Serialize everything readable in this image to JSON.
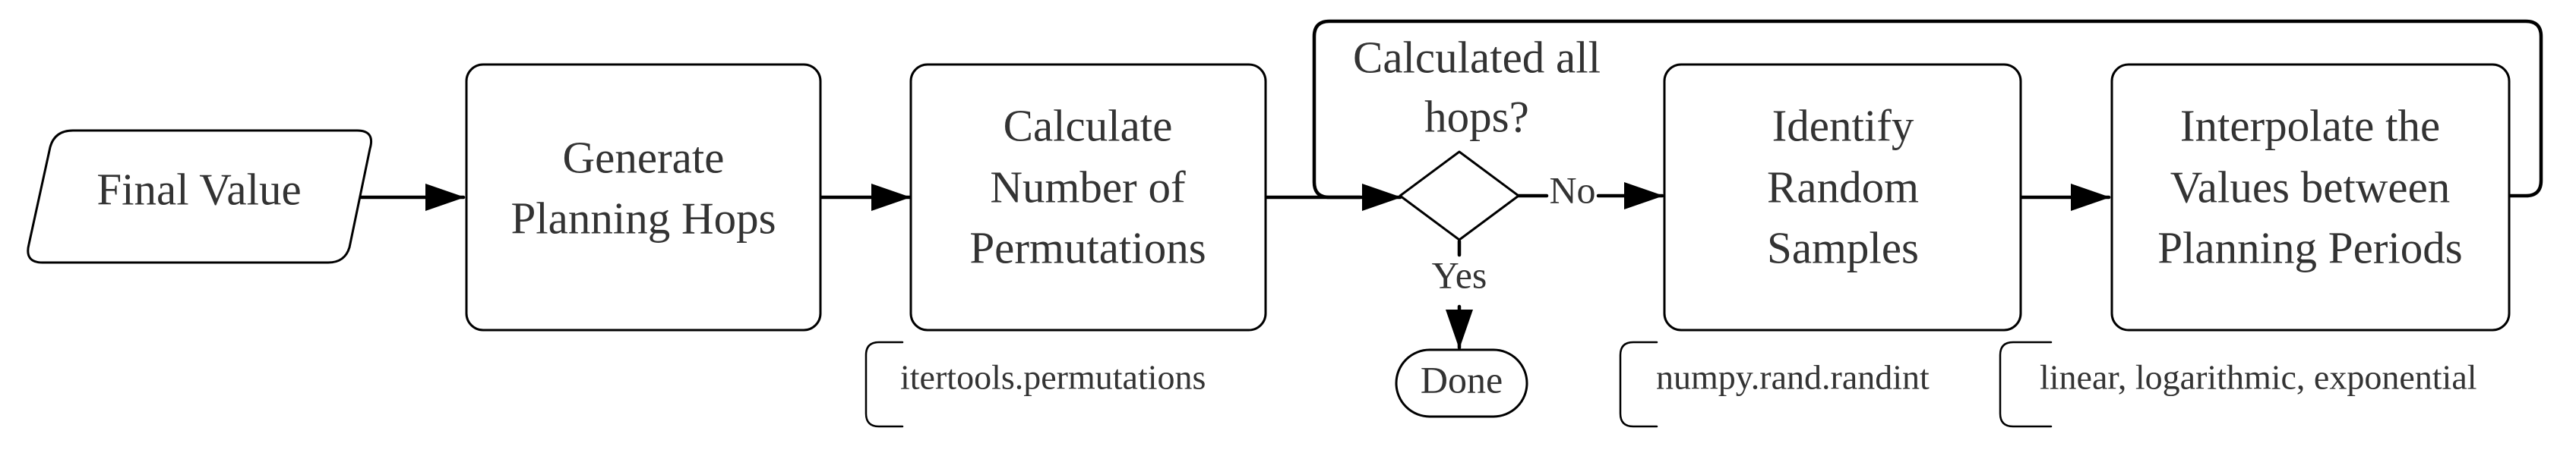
{
  "nodes": {
    "final_value": {
      "label": "Final Value"
    },
    "generate_hops": {
      "line1": "Generate",
      "line2": "Planning Hops"
    },
    "calc_permutations": {
      "line1": "Calculate",
      "line2": "Number of",
      "line3": "Permutations"
    },
    "decision": {
      "line1": "Calculated all",
      "line2": "hops?"
    },
    "identify_samples": {
      "line1": "Identify",
      "line2": "Random",
      "line3": "Samples"
    },
    "interpolate": {
      "line1": "Interpolate the",
      "line2": "Values between",
      "line3": "Planning Periods"
    },
    "done": {
      "label": "Done"
    }
  },
  "edges": {
    "no_label": "No",
    "yes_label": "Yes"
  },
  "annotations": {
    "permutations": "itertools.permutations",
    "randint": "numpy.rand.randint",
    "interpolation": "linear, logarithmic, exponential"
  }
}
